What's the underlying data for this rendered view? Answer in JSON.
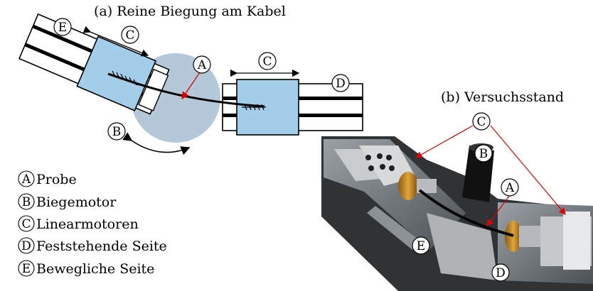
{
  "captions": {
    "a": "(a) Reine Biegung am Kabel",
    "b": "(b) Versuchsstand"
  },
  "markers": {
    "A": "A",
    "B": "B",
    "C": "C",
    "D": "D",
    "E": "E"
  },
  "legend": [
    {
      "key": "A",
      "text": "Probe"
    },
    {
      "key": "B",
      "text": "Biegemotor"
    },
    {
      "key": "C",
      "text": "Linearmotoren"
    },
    {
      "key": "D",
      "text": "Feststehende Seite"
    },
    {
      "key": "E",
      "text": "Bewegliche Seite"
    }
  ],
  "colors": {
    "motor_block": "#a3cde8",
    "bending_disk": "#b5c8d9",
    "callout_line": "#e00000",
    "photo_base": "#5a5e62"
  }
}
